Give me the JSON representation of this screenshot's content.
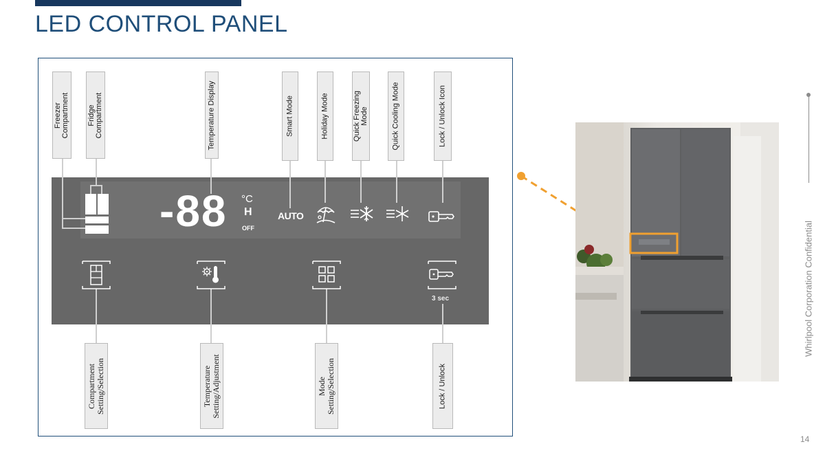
{
  "slide": {
    "title": "LED CONTROL PANEL",
    "confidential": "Whirlpool Corporation Confidential",
    "page_number": "14"
  },
  "colors": {
    "title_blue": "#1f4e79",
    "panel_gray": "#676767",
    "highlight_orange": "#f0a030"
  },
  "display": {
    "temperature": "-88",
    "unit_c": "°C",
    "unit_h": "H",
    "unit_off": "OFF",
    "smart_mode": "AUTO",
    "hold_time": "3 sec"
  },
  "top_labels": {
    "freezer": [
      "Freezer",
      "Compartment"
    ],
    "fridge": [
      "Fridge",
      "Compartment"
    ],
    "temperature_display": "Temperature Display",
    "smart_mode": "Smart Mode",
    "holiday_mode": "Holiday Mode",
    "quick_freezing": [
      "Quick Freezing",
      "Mode"
    ],
    "quick_cooling": "Quick Cooling Mode",
    "lock_icon": "Lock / Unlock Icon"
  },
  "bottom_labels": {
    "compartment": [
      "Compartment",
      "Setting/Selection"
    ],
    "temperature": [
      "Temperature",
      "Setting/Adjustment"
    ],
    "mode": [
      "Mode",
      "Setting/Selection"
    ],
    "lock": "Lock / Unlock"
  },
  "icons": {
    "compartment_indicator": "freezer-fridge-compartments-icon",
    "holiday": "beach-umbrella-icon",
    "quick_freezing": "snowflake-icon",
    "quick_cooling": "asterisk-icon",
    "lock": "key-icon",
    "compartment_button": "fridge-icon",
    "temperature_button": "thermometer-icon",
    "mode_button": "grid-icon",
    "lock_button": "key-icon"
  }
}
